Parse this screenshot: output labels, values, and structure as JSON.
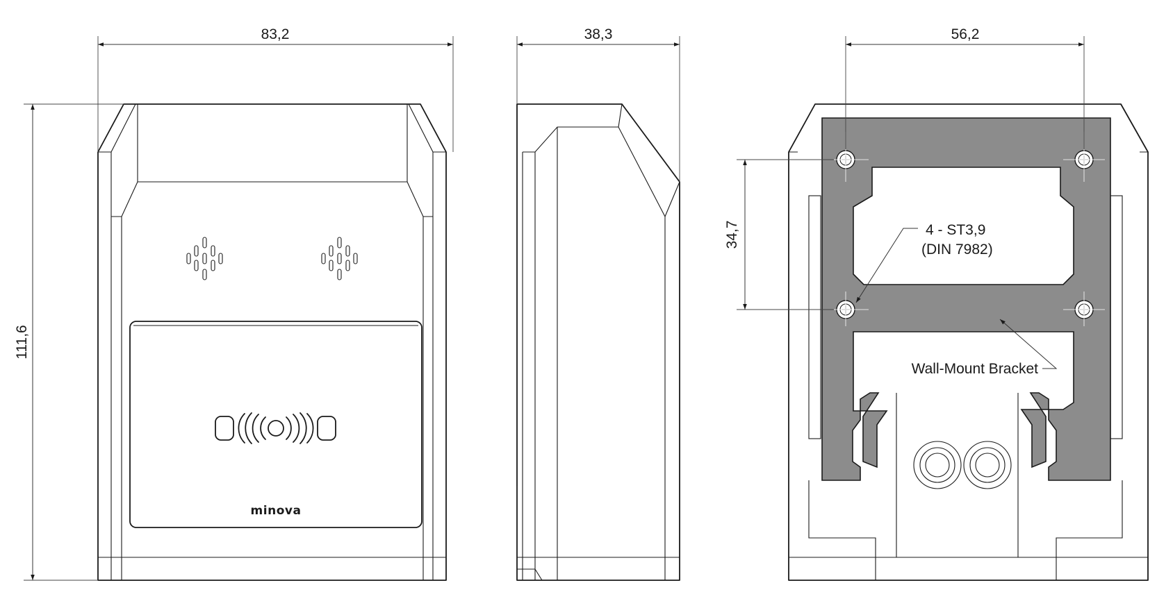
{
  "front_view": {
    "width_dim": "83,2",
    "height_dim": "111,6",
    "logo_text": "minova"
  },
  "side_view": {
    "depth_dim": "38,3"
  },
  "rear_view": {
    "hole_spacing_h": "56,2",
    "hole_spacing_v": "34,7",
    "screw_label_line1": "4 - ST3,9",
    "screw_label_line2": "(DIN 7982)",
    "bracket_label": "Wall-Mount Bracket",
    "bracket_color": "#8c8c8c"
  }
}
